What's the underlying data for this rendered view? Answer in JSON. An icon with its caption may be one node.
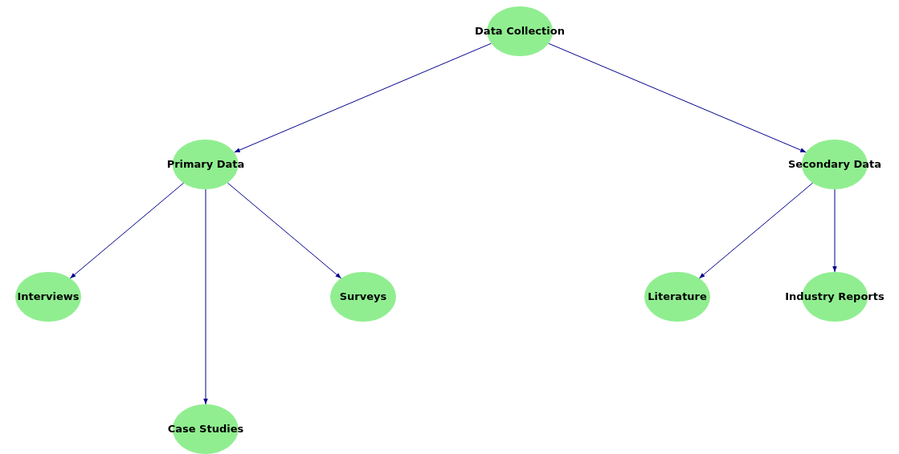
{
  "diagram": {
    "nodes": [
      {
        "text": [
          "Data Collection"
        ]
      },
      {
        "text": [
          "Primary Data"
        ]
      },
      {
        "text": [
          "Secondary Data"
        ]
      },
      {
        "text": [
          "Interviews"
        ]
      },
      {
        "text": [
          "Surveys"
        ]
      },
      {
        "text": [
          "Literature"
        ]
      },
      {
        "text": [
          "Industry Reports"
        ]
      },
      {
        "text": [
          "Case Studies"
        ]
      }
    ],
    "edges": [
      {
        "from": 0,
        "to": 1,
        "arrow": "to"
      },
      {
        "from": 0,
        "to": 2,
        "arrow": "to"
      },
      {
        "from": 1,
        "to": 3,
        "arrow": "to"
      },
      {
        "from": 1,
        "to": 7,
        "arrow": "to"
      },
      {
        "from": 1,
        "to": 4,
        "arrow": "to"
      },
      {
        "from": 2,
        "to": 5,
        "arrow": "to"
      },
      {
        "from": 2,
        "to": 6,
        "arrow": "to"
      }
    ]
  }
}
